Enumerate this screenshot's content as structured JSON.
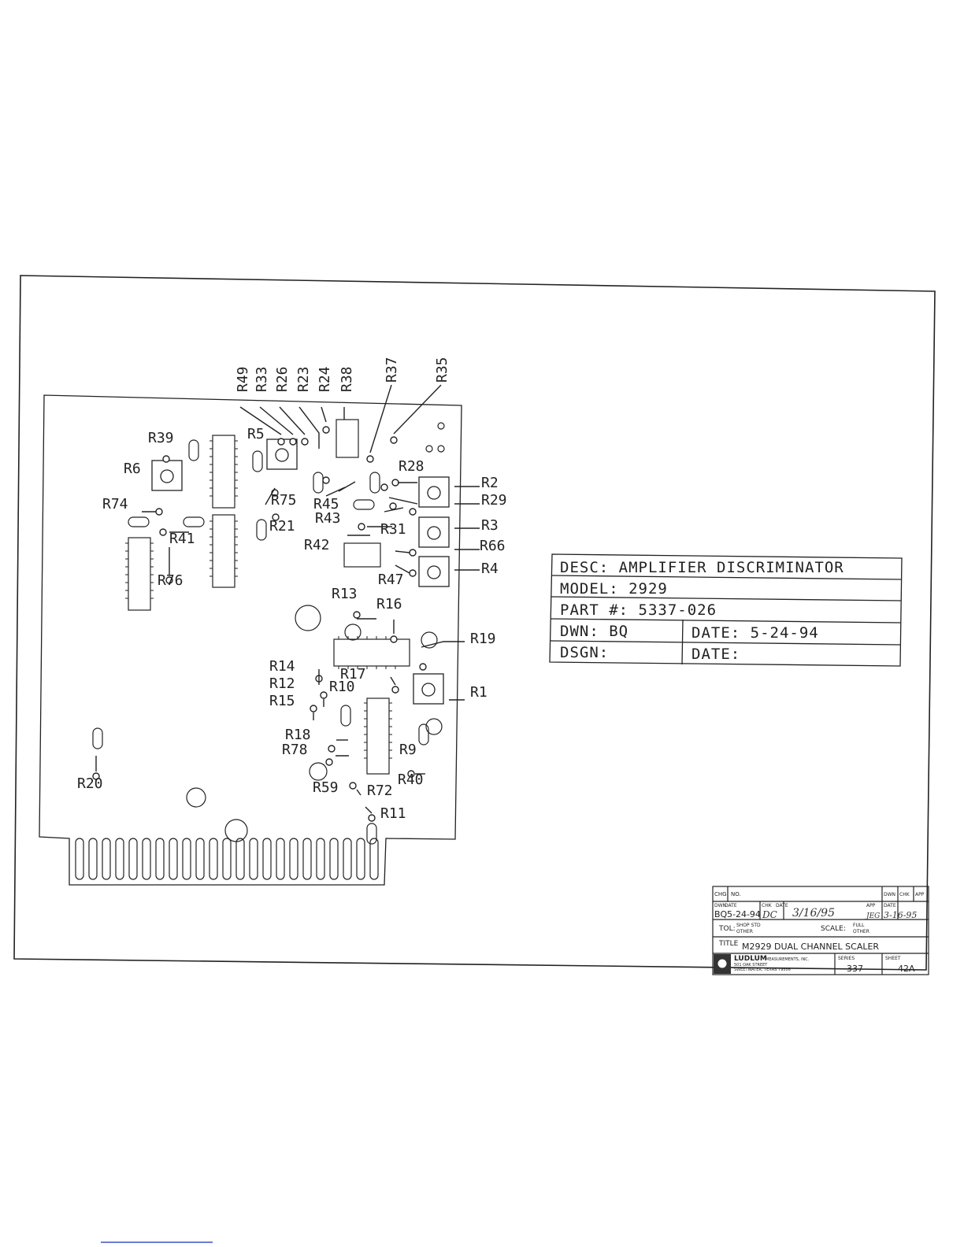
{
  "board_labels": [
    "R49",
    "R33",
    "R26",
    "R23",
    "R24",
    "R38",
    "R37",
    "R35",
    "R39",
    "R6",
    "R5",
    "R75",
    "R21",
    "R74",
    "R41",
    "R76",
    "R28",
    "R2",
    "R29",
    "R45",
    "R43",
    "R31",
    "R3",
    "R42",
    "R66",
    "R4",
    "R47",
    "R13",
    "R16",
    "R19",
    "R14",
    "R12",
    "R10",
    "R17",
    "R15",
    "R1",
    "R18",
    "R78",
    "R9",
    "R59",
    "R72",
    "R40",
    "R11",
    "R20"
  ],
  "desc_box": {
    "desc": "DESC: AMPLIFIER DISCRIMINATOR",
    "model": "MODEL: 2929",
    "part": "PART #: 5337-026",
    "dwn": "DWN: BQ",
    "date1": "DATE: 5-24-94",
    "dsgn": "DSGN:",
    "date2": "DATE:"
  },
  "title_block": {
    "chg": "CHG",
    "no": "NO.",
    "dwn_h": "DWN",
    "chk_h": "CHK",
    "app_h": "APP",
    "dwn_label": "DWN",
    "date_label": "DATE",
    "dwn_value": "BQ",
    "dwn_date": "5-24-94",
    "chk_label": "CHK",
    "chk_date_label": "DATE",
    "chk_initials": "DC",
    "chk_date": "3/16/95",
    "app_label": "APP",
    "app_date_label": "DATE",
    "app_initials": "JEG",
    "app_date": "3-16-95",
    "tol": "TOL:",
    "shop_std": "SHOP STD",
    "other1": "OTHER",
    "scale": "SCALE:",
    "full": "FULL",
    "other2": "OTHER",
    "title_label": "TITLE",
    "title_value": "M2929 DUAL CHANNEL SCALER",
    "company": "LUDLUM",
    "company_sub": "MEASUREMENTS, INC.",
    "address1": "501 OAK STREET",
    "address2": "SWEETWATER, TEXAS 79556",
    "series_label": "SERIES",
    "series_value": "337",
    "sheet_label": "SHEET",
    "sheet_value": "42A"
  }
}
